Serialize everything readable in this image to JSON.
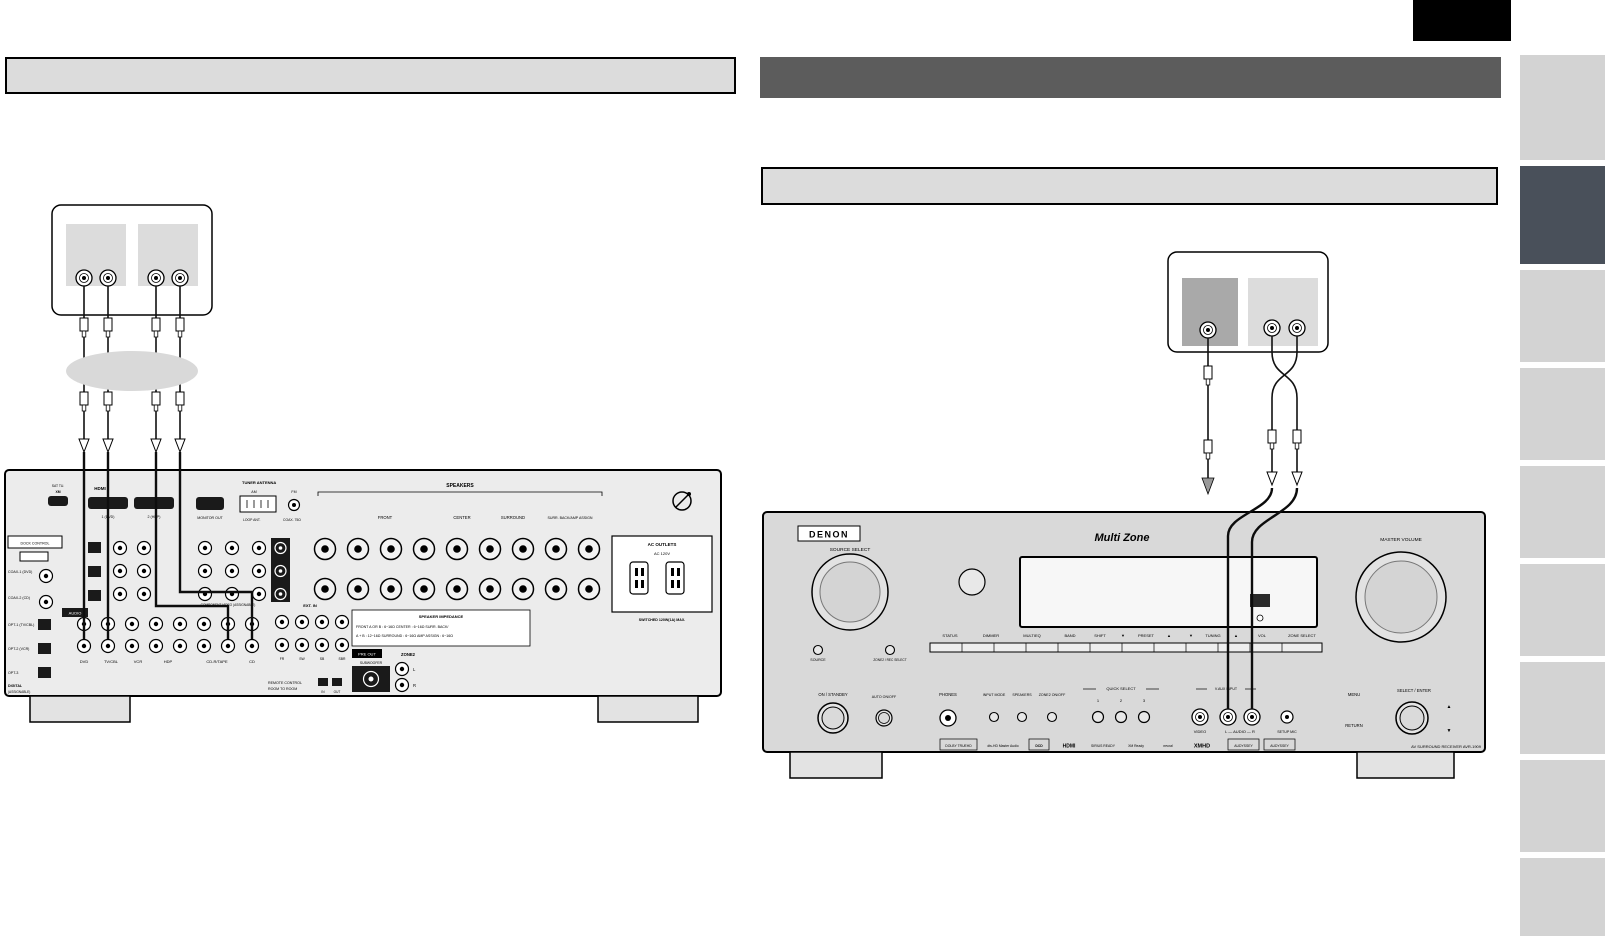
{
  "colors": {
    "sidebar_active": "#49505a",
    "header_dark": "#5c5c5c",
    "panel_gray": "#ececec"
  },
  "icons": {
    "xm_antenna": "antenna-icon",
    "arrows": "connection-arrow",
    "plugs": "rca-plug"
  },
  "left": {
    "rear": {
      "sat_tu": "SAT TU.",
      "xm": "XM",
      "dock_control": "DOCK CONTROL",
      "coax1": "COAX-1 (DVD)",
      "coax2": "COAX-2 (CD)",
      "opt1": "OPT-1 (TV/CBL)",
      "opt2": "OPT-2 (VCR)",
      "opt3": "OPT-3",
      "digital": "DIGITAL",
      "assignable": "(ASSIGNABLE)",
      "hdmi": "HDMI",
      "hdmi1": "1 (DVD)",
      "hdmi2": "2 (HDP)",
      "monitor_out": "MONITOR OUT",
      "tuner_antenna": "TUNER ANTENNA",
      "am": "AM",
      "fm": "FM",
      "loop_ant": "LOOP ANT.",
      "coax75": "COAX. 75Ω",
      "speakers": "SPEAKERS",
      "front": "FRONT",
      "center": "CENTER",
      "surround": "SURROUND",
      "surr_back": "SURR. BACK/AMP ASSIGN",
      "ac_outlets": "AC OUTLETS",
      "ac_120v": "AC 120V",
      "switched": "SWITCHED 120W(1A) MAX.",
      "component": "COMPONENT VIDEO (ASSIGNABLE)",
      "audio": "AUDIO",
      "inputs": [
        "DVD",
        "TV/CBL",
        "VCR",
        "HDP",
        "CD-R/TAPE",
        "CD"
      ],
      "ext_in": "EXT. IN",
      "ext_labels": [
        "FR",
        "SW",
        "SB",
        "SBR"
      ],
      "impedance_title": "SPEAKER IMPEDANCE",
      "impedance_line1": "FRONT A OR B : 6~16Ω   CENTER : 6~16Ω   SURR. BACK/",
      "impedance_line2": "A + B : 12~16Ω   SURROUND : 6~16Ω   AMP ASSIGN : 6~16Ω",
      "pre_out": "PRE OUT",
      "subwoofer": "SUBWOOFER",
      "zone2": "ZONE2",
      "l": "L",
      "r": "R",
      "remote_control": "REMOTE CONTROL",
      "room_to_room": "ROOM TO ROOM",
      "in": "IN",
      "out": "OUT"
    }
  },
  "right": {
    "front": {
      "brand": "DENON",
      "source_select": "SOURCE SELECT",
      "source": "SOURCE",
      "zone2_rec": "ZONE2 / REC SELECT",
      "multi_zone": "Multi Zone",
      "master_volume": "MASTER VOLUME",
      "btn_labels": [
        "STATUS",
        "DIMMER",
        "MULTIEQ",
        "BAND",
        "SHIFT",
        "▼",
        "PRESET",
        "▲",
        "▼",
        "TUNING",
        "▲",
        "VOL",
        "ZONE SELECT"
      ],
      "on_standby": "ON / STANDBY",
      "auto_onoff": "AUTO ON/OFF",
      "phones": "PHONES",
      "input_mode": "INPUT MODE",
      "speakers": "SPEAKERS",
      "zone2_onoff": "ZONE2 ON/OFF",
      "quick_select": "QUICK SELECT",
      "qs": [
        "1",
        "2",
        "3"
      ],
      "vaux": "V.AUX INPUT",
      "video": "VIDEO",
      "l_audio_r": "L — AUDIO — R",
      "setup_mic": "SETUP MIC",
      "menu": "MENU",
      "select_enter": "SELECT / ENTER",
      "return": "RETURN",
      "up": "▲",
      "down": "▼",
      "logos": [
        "DOLBY TRUEHD",
        "dts-HD Master Audio",
        "DCD",
        "HDMI",
        "SIRIUS READY",
        "XM Ready",
        "neural",
        "XMHD",
        "AUDYSSEY",
        "AUDYSSEY"
      ],
      "model": "AV SURROUND RECEIVER AVR-1909"
    }
  }
}
